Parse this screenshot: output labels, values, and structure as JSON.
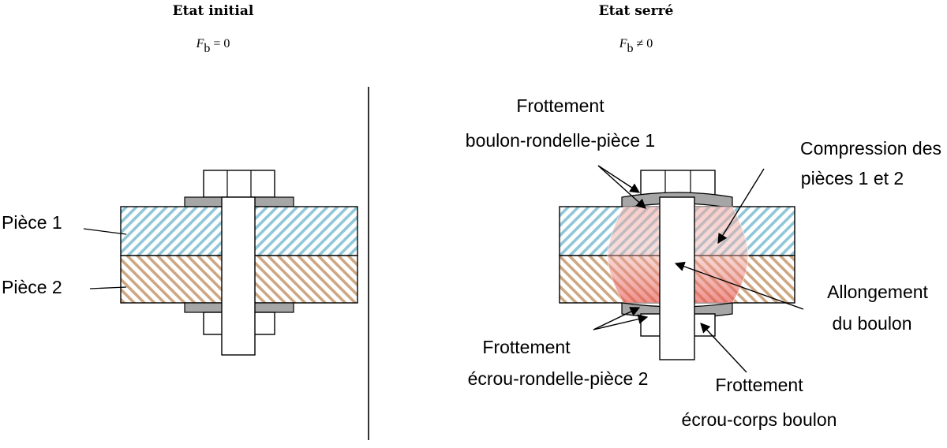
{
  "left_panel": {
    "title": "Etat initial",
    "force_symbol": "F",
    "force_subscript": "b",
    "force_relation": "= 0",
    "labels": {
      "piece1": "Pièce 1",
      "piece2": "Pièce 2"
    }
  },
  "right_panel": {
    "title": "Etat serré",
    "force_symbol": "F",
    "force_subscript": "b",
    "force_relation": "≠ 0",
    "labels": {
      "frottement_boulon_line1": "Frottement",
      "frottement_boulon_line2": "boulon-rondelle-pièce 1",
      "compression_line1": "Compression des",
      "compression_line2": "pièces 1 et 2",
      "allongement_line1": "Allongement",
      "allongement_line2": "du boulon",
      "frottement_ecrou_line1": "Frottement",
      "frottement_ecrou_line2": "écrou-rondelle-pièce 2",
      "frottement_corps_line1": "Frottement",
      "frottement_corps_line2": "écrou-corps boulon"
    }
  },
  "colors": {
    "piece1_hatch": "#8fc6d8",
    "piece2_hatch": "#cda682",
    "washer": "#a6a6a6",
    "compression_zone": "#e8554e",
    "outline": "#000000"
  }
}
